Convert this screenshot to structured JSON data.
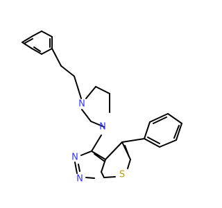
{
  "molecule": {
    "atoms": {
      "n_piperazine_top": "N",
      "n_piperazine_bottom": "N",
      "n_pyrimidine_1": "N",
      "n_pyrimidine_2": "N",
      "s_thiophene": "S"
    },
    "colors": {
      "bond": "#000000",
      "nitrogen": "#3333ff",
      "sulfur": "#b8a000"
    }
  }
}
